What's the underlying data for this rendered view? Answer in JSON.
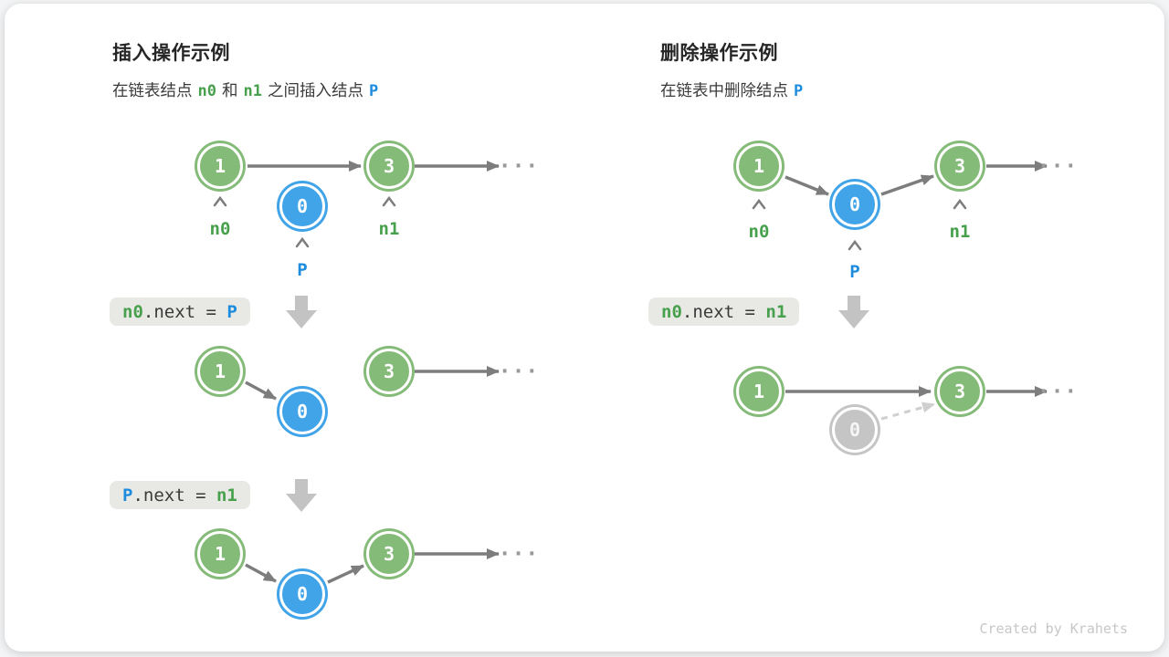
{
  "shared": {
    "ellipsis": "...",
    "node_values": {
      "first": "1",
      "third": "3",
      "p": "0"
    },
    "labels": {
      "n0": "n0",
      "n1": "n1",
      "p": "P"
    }
  },
  "insert": {
    "title": "插入操作示例",
    "subtitle_prefix": "在链表结点",
    "subtitle_and": "和",
    "subtitle_mid": "之间插入结点",
    "code1": {
      "lhs": "n0",
      "mid": ".next = ",
      "rhs": "P"
    },
    "code2": {
      "lhs": "P",
      "mid": ".next = ",
      "rhs": "n1"
    }
  },
  "delete": {
    "title": "删除操作示例",
    "subtitle_prefix": "在链表中删除结点",
    "code1": {
      "lhs": "n0",
      "mid": ".next = ",
      "rhs": "n1"
    }
  },
  "watermark": "Created by Krahets",
  "colors": {
    "node_green": "#85bb78",
    "node_blue": "#41a3e8",
    "node_gray": "#c5c5c5",
    "arrow_gray": "#7d7d7d",
    "arrow_dashed": "#cfcfcf",
    "block_arrow": "#c3c3c3",
    "code_box_bg": "#e8e8e5",
    "text_green": "#47a04b",
    "text_blue": "#1e8cde"
  }
}
